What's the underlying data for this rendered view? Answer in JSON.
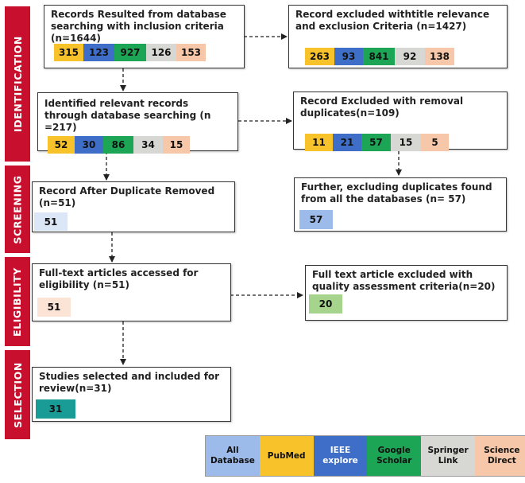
{
  "colors": {
    "all": "#9dbbea",
    "pubmed": "#f8c22b",
    "ieee": "#3f6ec8",
    "google": "#1da556",
    "springer": "#d7d8d4",
    "science": "#f6c7a8",
    "phase_bg": "#c8102e"
  },
  "phases": [
    "IDENTIFICATION",
    "SCREENING",
    "ELIGIBILITY",
    "SELECTION"
  ],
  "boxes": {
    "records_resulted": {
      "text": "Records Resulted from database searching with inclusion criteria (n=1644)",
      "values": [
        "315",
        "123",
        "927",
        "126",
        "153"
      ]
    },
    "excluded_title": {
      "text": "Record excluded withtitle relevance and exclusion Criteria (n=1427)",
      "values": [
        "263",
        "93",
        "841",
        "92",
        "138"
      ]
    },
    "identified_relevant": {
      "text": "Identified relevant records through database searching (n =217)",
      "values": [
        "52",
        "30",
        "86",
        "34",
        "15"
      ]
    },
    "excluded_duplicates": {
      "text": "Record Excluded with removal duplicates(n=109)",
      "values": [
        "11",
        "21",
        "57",
        "15",
        "5"
      ]
    },
    "after_duplicate": {
      "text": "Record After Duplicate Removed (n=51)",
      "value": "51"
    },
    "further_excluding": {
      "text": "Further, excluding duplicates found from all the databases (n= 57)",
      "value": "57"
    },
    "fulltext_accessed": {
      "text": "Full-text articles accessed for eligibility (n=51)",
      "value": "51"
    },
    "fulltext_excluded": {
      "text": "Full text article excluded with quality assessment criteria(n=20)",
      "value": "20"
    },
    "studies_selected": {
      "text": "Studies selected and included for review(n=31)",
      "value": "31"
    }
  },
  "legend": [
    {
      "label": "All\nDatabase",
      "color": "#9dbbea"
    },
    {
      "label": "PubMed",
      "color": "#f8c22b"
    },
    {
      "label": "IEEE\nexplore",
      "color": "#3f6ec8"
    },
    {
      "label": "Google\nScholar",
      "color": "#1da556"
    },
    {
      "label": "Springer\nLink",
      "color": "#d7d8d4"
    },
    {
      "label": "Science\nDirect",
      "color": "#f6c7a8"
    }
  ]
}
